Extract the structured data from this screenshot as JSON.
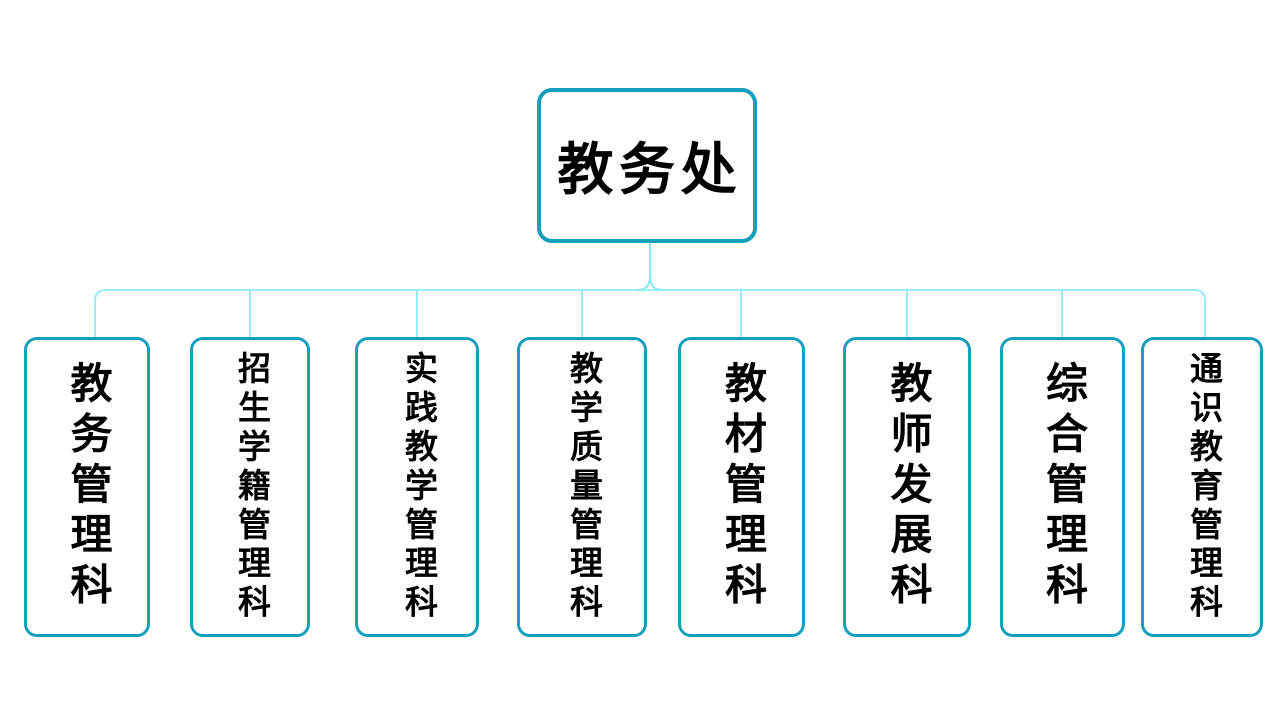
{
  "root": {
    "label": "教务处"
  },
  "departments": [
    {
      "label": "教务管理科"
    },
    {
      "label": "招生学籍管理科"
    },
    {
      "label": "实践教学管理科"
    },
    {
      "label": "教学质量管理科"
    },
    {
      "label": "教材管理科"
    },
    {
      "label": "教师发展科"
    },
    {
      "label": "综合管理科"
    },
    {
      "label": "通识教育管理科"
    }
  ],
  "colors": {
    "node_border": "#14A0BC",
    "connector_line": "#8FE9F7",
    "text": "#000000",
    "background": "#FFFFFF"
  }
}
